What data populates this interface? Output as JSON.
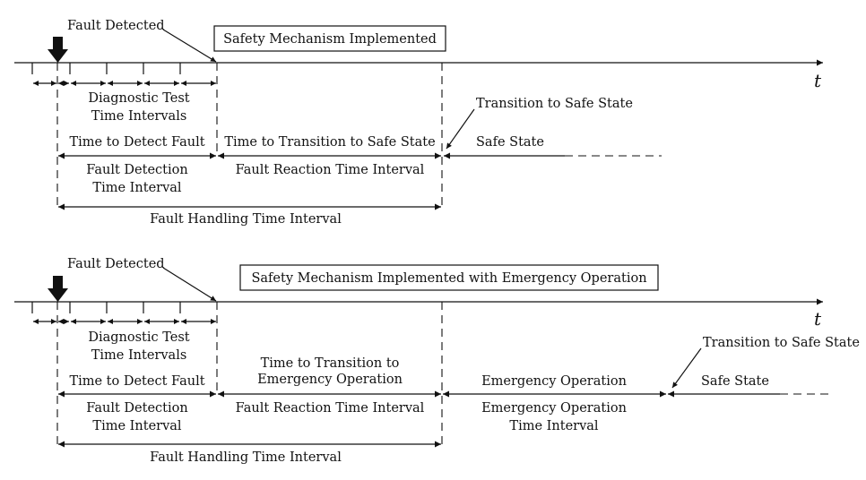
{
  "top": {
    "fault_detected": "Fault Detected",
    "box_label": "Safety Mechanism Implemented",
    "time_symbol": "t",
    "diagnostic_line1": "Diagnostic Test",
    "diagnostic_line2": "Time Intervals",
    "time_to_detect": "Time to Detect Fault",
    "time_to_transition": "Time to Transition to Safe State",
    "transition_label": "Transition to Safe State",
    "safe_state": "Safe State",
    "fdti_line1": "Fault Detection",
    "fdti_line2": "Time Interval",
    "frti": "Fault Reaction Time Interval",
    "fhti": "Fault Handling Time Interval"
  },
  "bottom": {
    "fault_detected": "Fault Detected",
    "box_label": "Safety Mechanism Implemented with Emergency Operation",
    "time_symbol": "t",
    "diagnostic_line1": "Diagnostic Test",
    "diagnostic_line2": "Time Intervals",
    "time_to_detect": "Time to Detect Fault",
    "ttt_line1": "Time to Transition to",
    "ttt_line2": "Emergency Operation",
    "emergency_operation": "Emergency Operation",
    "transition_label": "Transition to Safe State",
    "safe_state": "Safe State",
    "fdti_line1": "Fault Detection",
    "fdti_line2": "Time Interval",
    "frti": "Fault Reaction Time Interval",
    "eoti_line1": "Emergency Operation",
    "eoti_line2": "Time Interval",
    "fhti": "Fault Handling Time Interval"
  }
}
